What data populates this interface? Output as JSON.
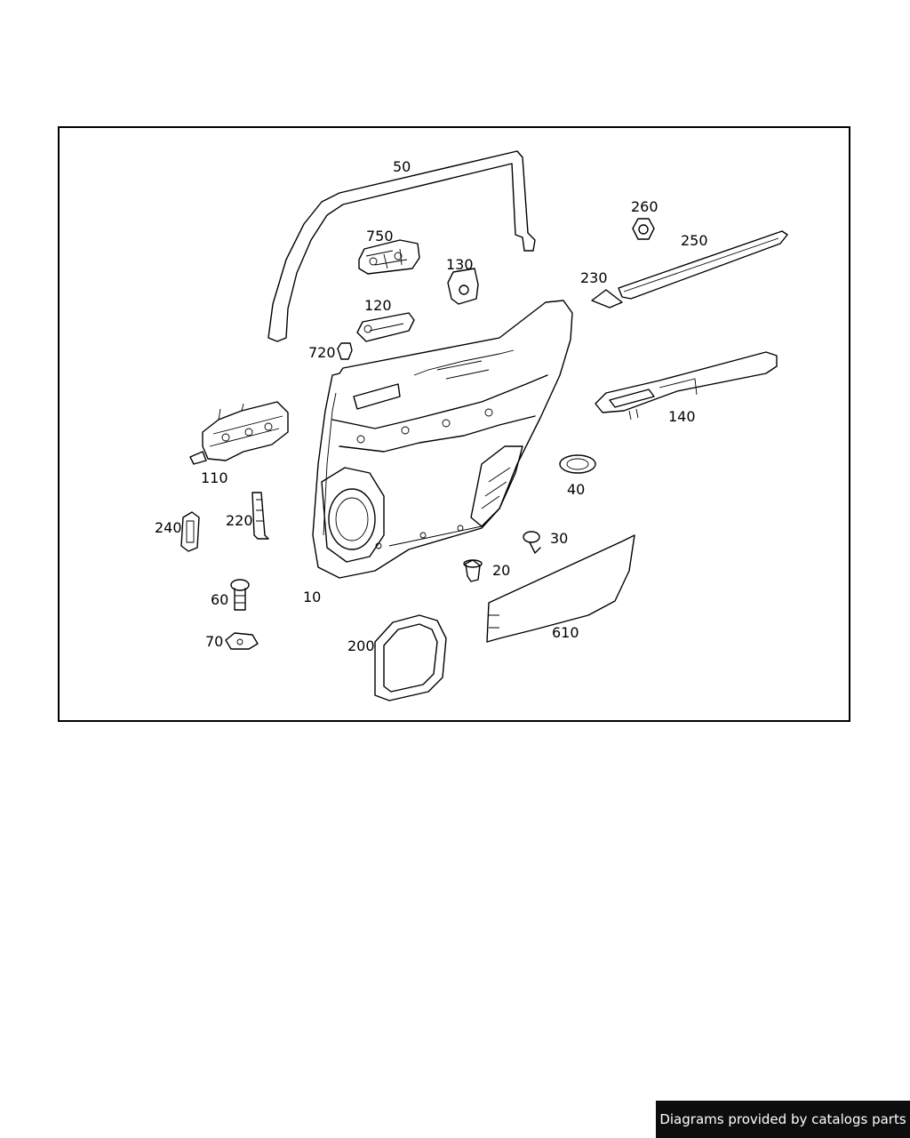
{
  "diagram": {
    "callouts": {
      "p50": "50",
      "p260": "260",
      "p250": "250",
      "p750": "750",
      "p130": "130",
      "p230": "230",
      "p120": "120",
      "p720": "720",
      "p140": "140",
      "p110": "110",
      "p40": "40",
      "p220": "220",
      "p240": "240",
      "p30": "30",
      "p20": "20",
      "p60": "60",
      "p10": "10",
      "p610": "610",
      "p70": "70",
      "p200": "200"
    }
  },
  "footer": {
    "credit": "Diagrams provided by catalogs parts"
  }
}
